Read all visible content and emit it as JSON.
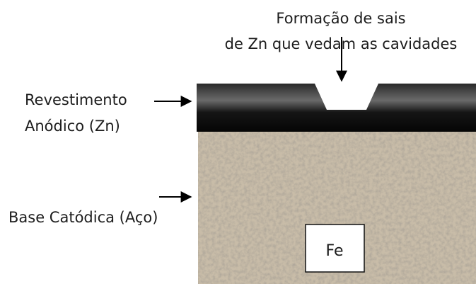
{
  "top_label": {
    "line1": "Formação de sais",
    "line2": "de Zn que vedam as cavidades"
  },
  "coating_label": {
    "line1": "Revestimento",
    "line2": "Anódico (Zn)"
  },
  "base_label": "Base Catódica (Aço)",
  "element_box": "Fe",
  "colors": {
    "coating": "#111111",
    "base": "#c8bca8",
    "text": "#1c1c1c",
    "box": "#ffffff"
  }
}
